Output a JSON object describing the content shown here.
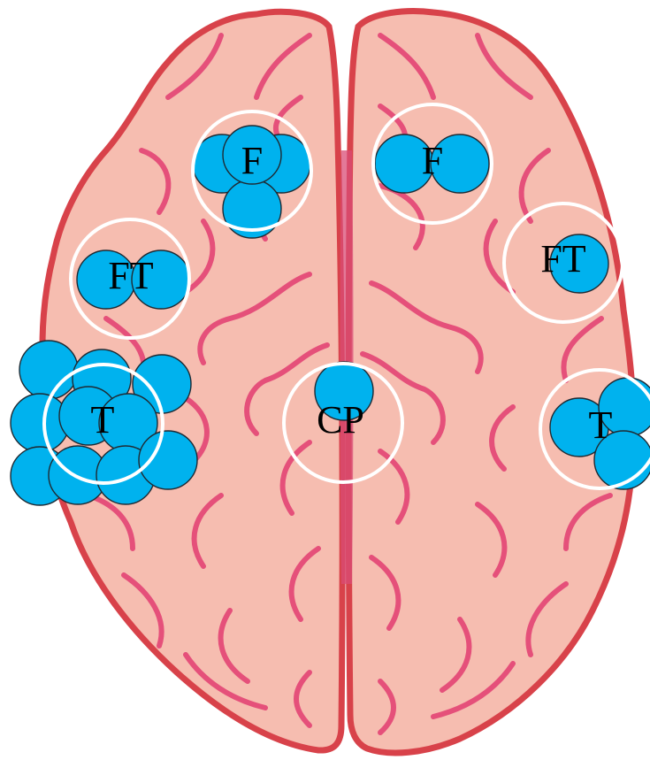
{
  "colors": {
    "brain_fill": "#f6bdb0",
    "brain_outline": "#d8424a",
    "sulci": "#e5507a",
    "midline": "#d94c76",
    "blob_fill": "#00b2ee",
    "ring": "#ffffff",
    "label": "#000000"
  },
  "regions": [
    {
      "id": "f-left",
      "label": "F"
    },
    {
      "id": "f-right",
      "label": "F"
    },
    {
      "id": "ft-left",
      "label": "FT"
    },
    {
      "id": "ft-right",
      "label": "FT"
    },
    {
      "id": "t-left",
      "label": "T"
    },
    {
      "id": "cp-center",
      "label": "CP"
    },
    {
      "id": "t-right",
      "label": "T"
    }
  ]
}
